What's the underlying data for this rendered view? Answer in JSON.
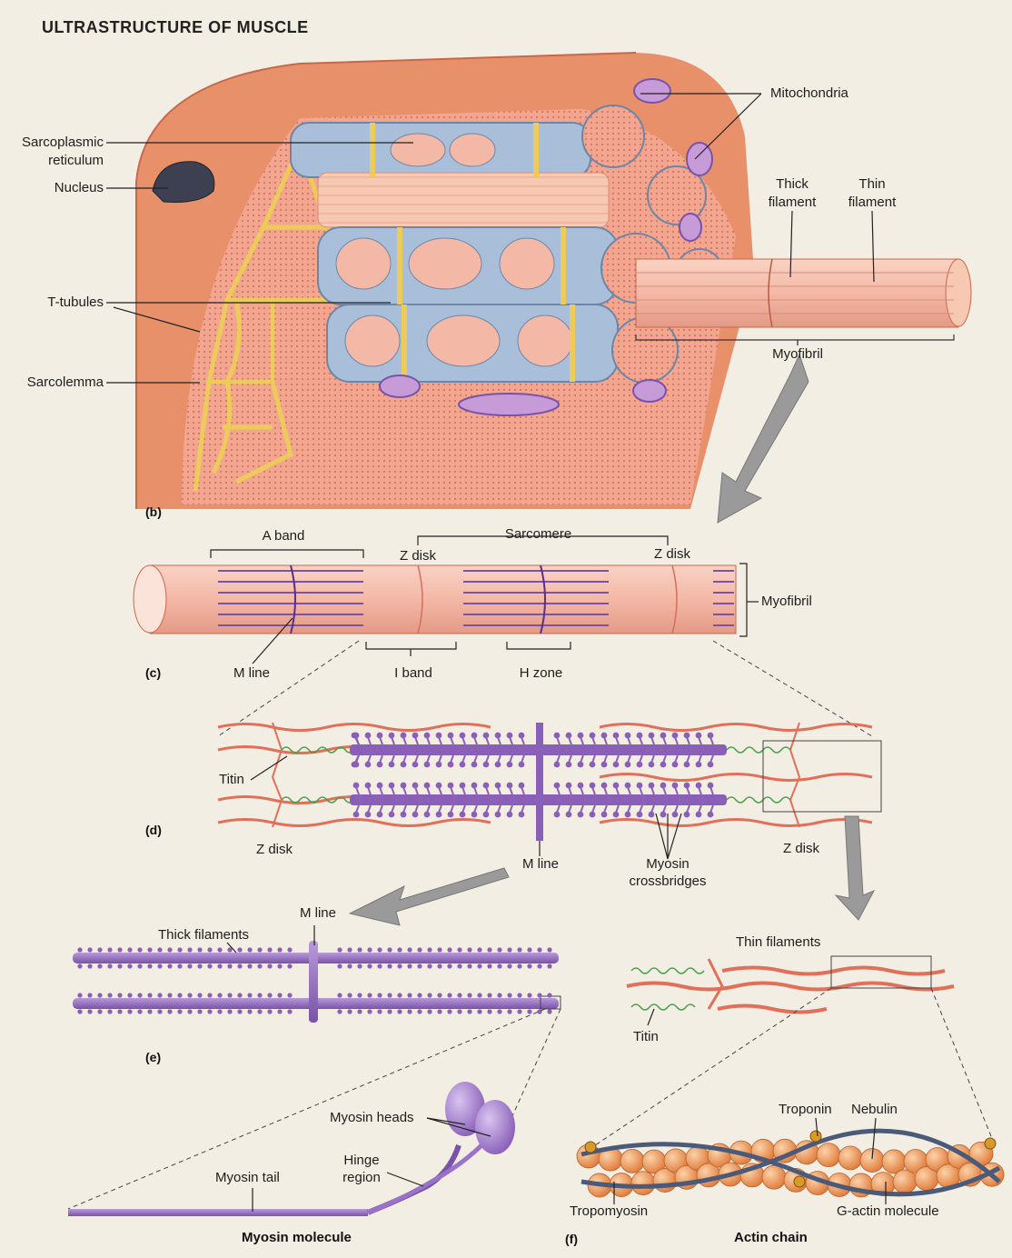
{
  "title": "ULTRASTRUCTURE OF MUSCLE",
  "panels": {
    "b": "(b)",
    "c": "(c)",
    "d": "(d)",
    "e": "(e)",
    "f": "(f)"
  },
  "panel_b": {
    "mitochondria": "Mitochondria",
    "sarcoplasmic_reticulum_1": "Sarcoplasmic",
    "sarcoplasmic_reticulum_2": "reticulum",
    "nucleus": "Nucleus",
    "thick_filament_1": "Thick",
    "thick_filament_2": "filament",
    "thin_filament_1": "Thin",
    "thin_filament_2": "filament",
    "t_tubules": "T-tubules",
    "sarcolemma": "Sarcolemma",
    "myofibril": "Myofibril"
  },
  "panel_c": {
    "a_band": "A band",
    "sarcomere": "Sarcomere",
    "z_disk_left": "Z disk",
    "z_disk_right": "Z disk",
    "myofibril": "Myofibril",
    "m_line": "M line",
    "i_band": "I band",
    "h_zone": "H zone"
  },
  "panel_d": {
    "titin": "Titin",
    "z_disk_left": "Z disk",
    "z_disk_right": "Z disk",
    "m_line": "M line",
    "myosin_crossbridges_1": "Myosin",
    "myosin_crossbridges_2": "crossbridges"
  },
  "panel_e": {
    "m_line": "M line",
    "thick_filaments": "Thick filaments",
    "thin_filaments": "Thin filaments",
    "titin": "Titin"
  },
  "panel_f": {
    "myosin_heads": "Myosin heads",
    "hinge_region_1": "Hinge",
    "hinge_region_2": "region",
    "myosin_tail": "Myosin tail",
    "myosin_molecule": "Myosin molecule",
    "troponin": "Troponin",
    "nebulin": "Nebulin",
    "tropomyosin": "Tropomyosin",
    "g_actin": "G-actin molecule",
    "actin_chain": "Actin chain"
  },
  "colors": {
    "background": "#f3eee3",
    "sarcolemma": "#e8906a",
    "myofibril_pink": "#f3b3a0",
    "sarcoplasmic_blue": "#a9bfd9",
    "t_tubule_yellow": "#f0d36a",
    "myosin_purple": "#8a5fb8",
    "actin_orange": "#f09a5a",
    "titin_green": "#4aa04a",
    "thin_red": "#e0705a"
  }
}
